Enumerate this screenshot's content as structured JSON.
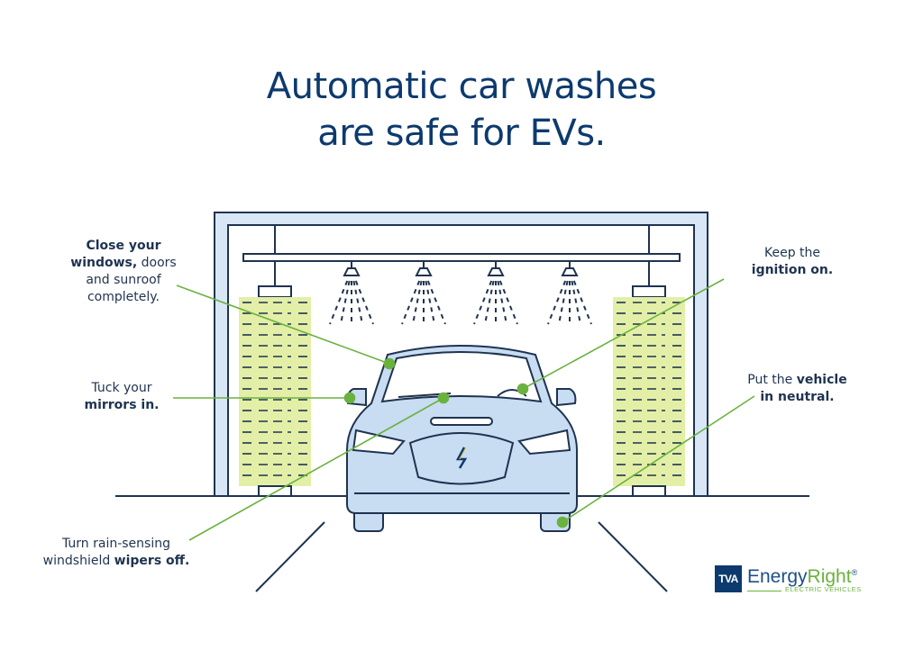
{
  "title": {
    "line1": "Automatic car washes",
    "line2": "are safe for EVs."
  },
  "callouts": {
    "windows": {
      "bold": "Close your windows,",
      "rest": " doors and sunroof completely."
    },
    "ignition": {
      "plain": "Keep the",
      "bold": "ignition on."
    },
    "mirrors": {
      "plain": "Tuck your",
      "bold": "mirrors in."
    },
    "neutral": {
      "plain": "Put the ",
      "bold1": "vehicle",
      "bold2": "in neutral."
    },
    "wipers": {
      "plain1": "Turn rain-sensing",
      "plain2": "windshield ",
      "bold": "wipers off."
    }
  },
  "logo": {
    "mark": "TVA",
    "name_part1": "Energy",
    "name_part2": "Right",
    "reg": "®",
    "subtitle": "ELECTRIC VEHICLES"
  },
  "colors": {
    "navy": "#0d3a6e",
    "line_blue": "#1f3350",
    "green": "#6ab23e",
    "brush": "#e3efa7",
    "car": "#c8dcf2",
    "frame": "#d9e6f5"
  }
}
